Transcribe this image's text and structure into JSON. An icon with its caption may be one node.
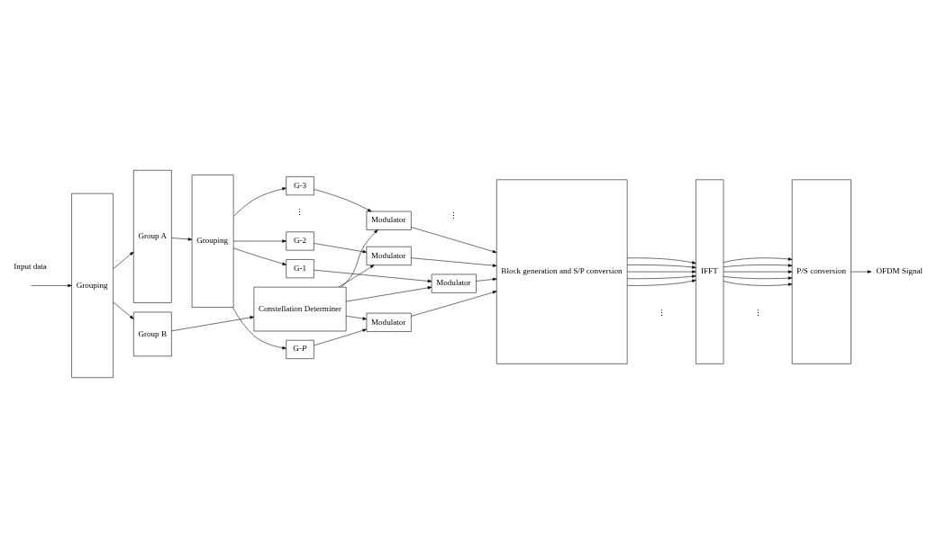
{
  "diagram": {
    "nodes": [
      {
        "text": [
          "Grouping"
        ]
      },
      {
        "text": [
          "Group A"
        ]
      },
      {
        "text": [
          "Grouping"
        ]
      },
      {
        "text": [
          "G-1"
        ]
      },
      {
        "text": [
          "G-2"
        ]
      },
      {
        "text": [
          "G-3"
        ]
      },
      {
        "text": [
          "G-*P*"
        ]
      },
      {
        "text": [
          "Modulator"
        ]
      },
      {
        "text": [
          "Modulator"
        ]
      },
      {
        "text": [
          "Modulator"
        ]
      },
      {
        "text": [
          "Modulator"
        ]
      },
      {
        "text": [
          "Group B"
        ]
      },
      {
        "text": [
          "Constellation Determiner"
        ]
      },
      {
        "text": [
          "Block generation and S/P conversion"
        ]
      },
      {
        "text": [
          "IFFT"
        ]
      },
      {
        "text": [
          "P/S conversion"
        ]
      },
      {
        "text": [
          "OFDM Signal"
        ]
      }
    ],
    "edges": [
      {
        "from": null,
        "to": 0,
        "arrow": "to"
      },
      {
        "from": 0,
        "to": 1,
        "arrow": "to"
      },
      {
        "from": 1,
        "to": 2,
        "arrow": "to"
      },
      {
        "from": 0,
        "to": 11,
        "arrow": "to"
      },
      {
        "from": 2,
        "to": 3,
        "arrow": "to"
      },
      {
        "from": 2,
        "to": 4,
        "arrow": "to"
      },
      {
        "from": 2,
        "to": 5,
        "arrow": "to"
      },
      {
        "from": 2,
        "to": 6,
        "arrow": "to"
      },
      {
        "from": 3,
        "to": 7,
        "arrow": "to"
      },
      {
        "from": 4,
        "to": 8,
        "arrow": "to"
      },
      {
        "from": 5,
        "to": 9,
        "arrow": "to"
      },
      {
        "from": 6,
        "to": 10,
        "arrow": "to"
      },
      {
        "from": 11,
        "to": 12,
        "arrow": "to"
      },
      {
        "from": 12,
        "to": 7,
        "arrow": "to"
      },
      {
        "from": 12,
        "to": 8,
        "arrow": "to"
      },
      {
        "from": 12,
        "to": 9,
        "arrow": "to"
      },
      {
        "from": 12,
        "to": 10,
        "arrow": "to"
      },
      {
        "from": 7,
        "to": 13,
        "arrow": "to"
      },
      {
        "from": 8,
        "to": 13,
        "arrow": "to"
      },
      {
        "from": 9,
        "to": 13,
        "arrow": "to"
      },
      {
        "from": 10,
        "to": 13,
        "arrow": "to"
      },
      {
        "from": 13,
        "to": 14,
        "arrow": "to"
      },
      {
        "from": 13,
        "to": 14,
        "arrow": "to"
      },
      {
        "from": 13,
        "to": 14,
        "arrow": "to"
      },
      {
        "from": 13,
        "to": 14,
        "arrow": "to"
      },
      {
        "from": 13,
        "to": 14,
        "arrow": "to"
      },
      {
        "from": 14,
        "to": 15,
        "arrow": "to"
      },
      {
        "from": 14,
        "to": 15,
        "arrow": "to"
      },
      {
        "from": 14,
        "to": 15,
        "arrow": "to"
      },
      {
        "from": 14,
        "to": 15,
        "arrow": "to"
      },
      {
        "from": 14,
        "to": 15,
        "arrow": "to"
      },
      {
        "from": 15,
        "to": 16,
        "arrow": "to"
      }
    ],
    "labels": [
      "Input data",
      "⋮",
      "⋮",
      "⋮",
      "⋮"
    ]
  }
}
